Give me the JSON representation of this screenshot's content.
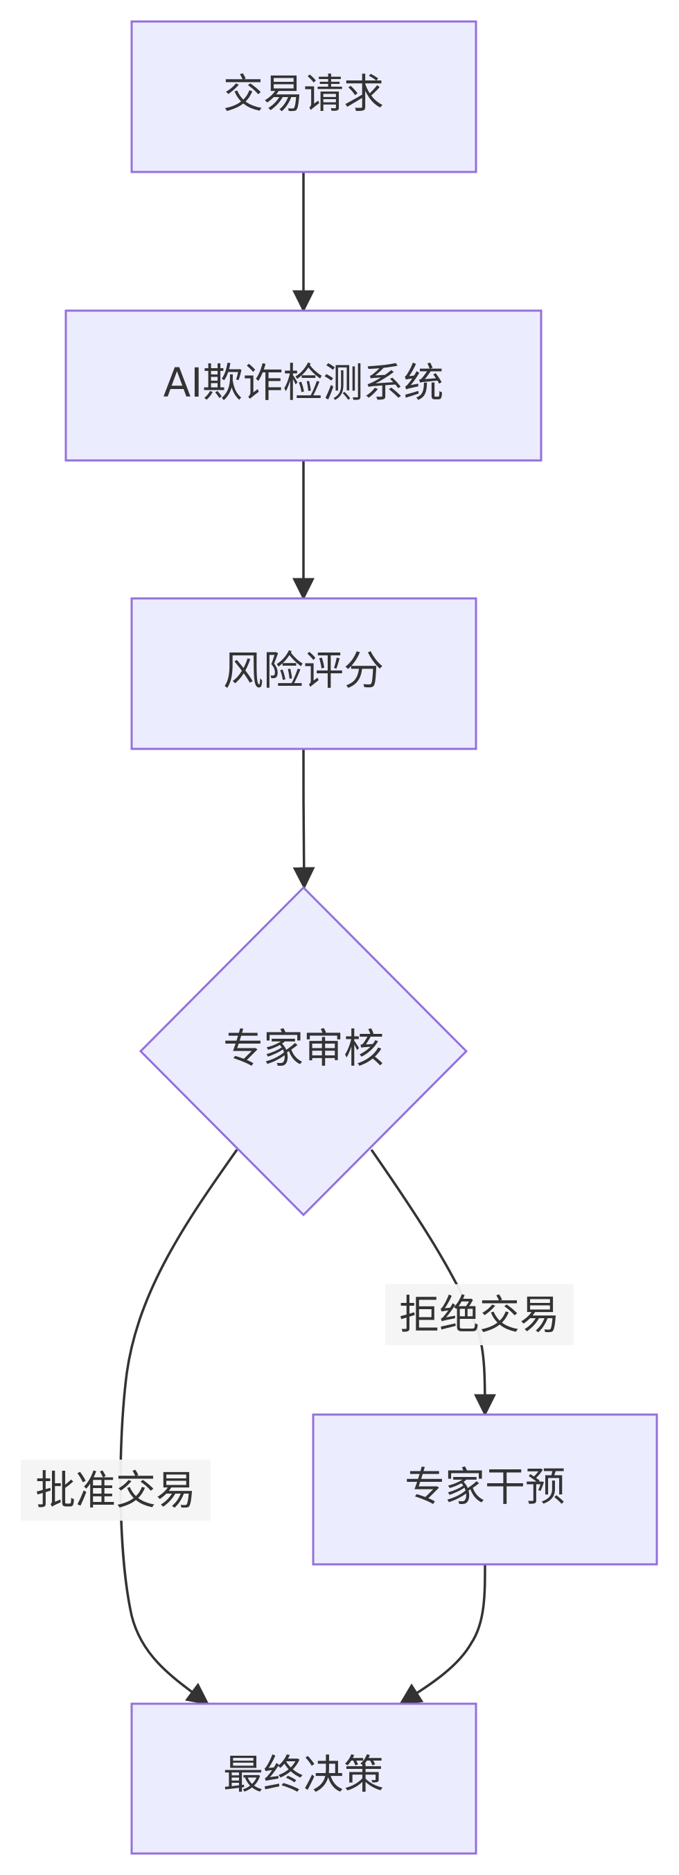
{
  "nodes": {
    "request": "交易请求",
    "ai_detection": "AI欺诈检测系统",
    "risk_score": "风险评分",
    "expert_review": "专家审核",
    "expert_intervention": "专家干预",
    "final_decision": "最终决策"
  },
  "edges": {
    "reject_label": "拒绝交易",
    "approve_label": "批准交易"
  },
  "colors": {
    "node_fill": "#ECECFF",
    "node_stroke": "#9370DB",
    "edge": "#333333",
    "label_bg": "#f4f4f4"
  }
}
